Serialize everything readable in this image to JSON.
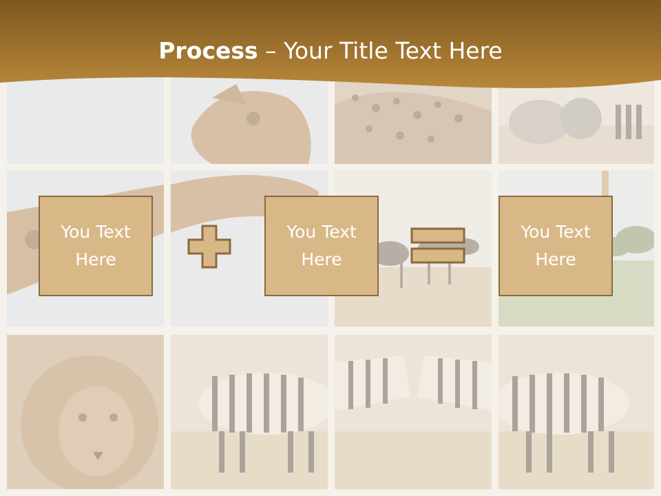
{
  "slide": {
    "title_bold": "Process",
    "title_rest": " – Your Title Text Here"
  },
  "process": {
    "box_1": "You Text Here",
    "box_2": "You Text Here",
    "box_3": "You Text Here",
    "operator_1": "plus-icon",
    "operator_2": "equals-icon"
  },
  "colors": {
    "banner_top": "#7d5820",
    "banner_bottom": "#b8873a",
    "box_fill": "#d8b887",
    "box_border": "#8a6a3d",
    "operator_fill": "#d8b887",
    "operator_border": "#8a6a3d",
    "text": "#ffffff"
  }
}
